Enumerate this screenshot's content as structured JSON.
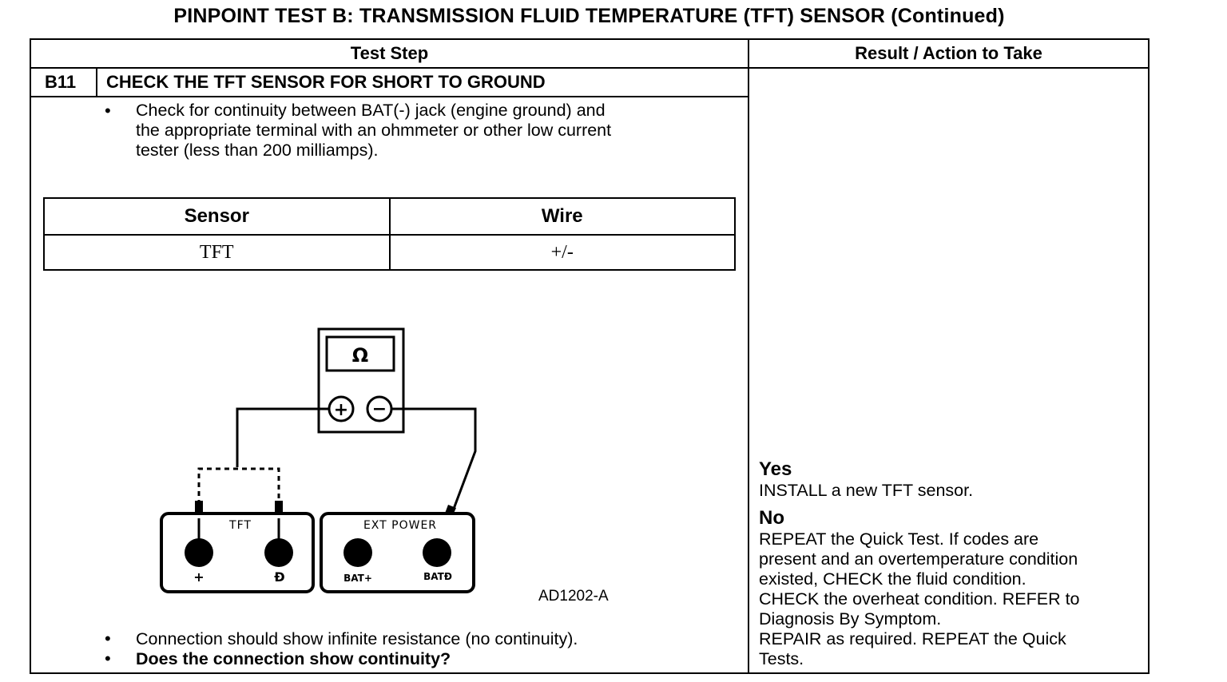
{
  "title": "PINPOINT TEST  B: TRANSMISSION FLUID TEMPERATURE (TFT) SENSOR (Continued)",
  "headers": {
    "test_step": "Test Step",
    "result": "Result / Action to Take"
  },
  "step": {
    "id": "B11",
    "title": "CHECK THE TFT SENSOR FOR SHORT TO GROUND",
    "instruction_lines": [
      "Check for continuity between BAT(-) jack (engine ground) and",
      "the appropriate terminal with an ohmmeter or other low current",
      "tester (less than 200 milliamps)."
    ],
    "bullet": "•"
  },
  "sensor_table": {
    "columns": [
      "Sensor",
      "Wire"
    ],
    "rows": [
      [
        "TFT",
        "+/-"
      ]
    ]
  },
  "diagram": {
    "meter_symbol": "Ω",
    "meter_plus": "+",
    "meter_minus": "−",
    "tft_label": "TFT",
    "tft_plus": "+",
    "tft_minus": "Ð",
    "ext_label": "EXT POWER",
    "ext_bat_plus": "BAT+",
    "ext_bat_minus": "BATÐ",
    "figure_id": "AD1202-A"
  },
  "notes": [
    "Connection should show infinite resistance (no continuity).",
    "Does the connection show continuity?"
  ],
  "results": {
    "yes_heading": "Yes",
    "yes_text": "INSTALL a new TFT sensor.",
    "no_heading": "No",
    "no_lines": [
      "REPEAT the Quick Test. If codes are",
      "present and an overtemperature condition",
      "existed, CHECK the fluid condition.",
      "CHECK the overheat condition. REFER to",
      "Diagnosis By Symptom.",
      "REPAIR as  required. REPEAT the Quick",
      "Tests."
    ]
  }
}
